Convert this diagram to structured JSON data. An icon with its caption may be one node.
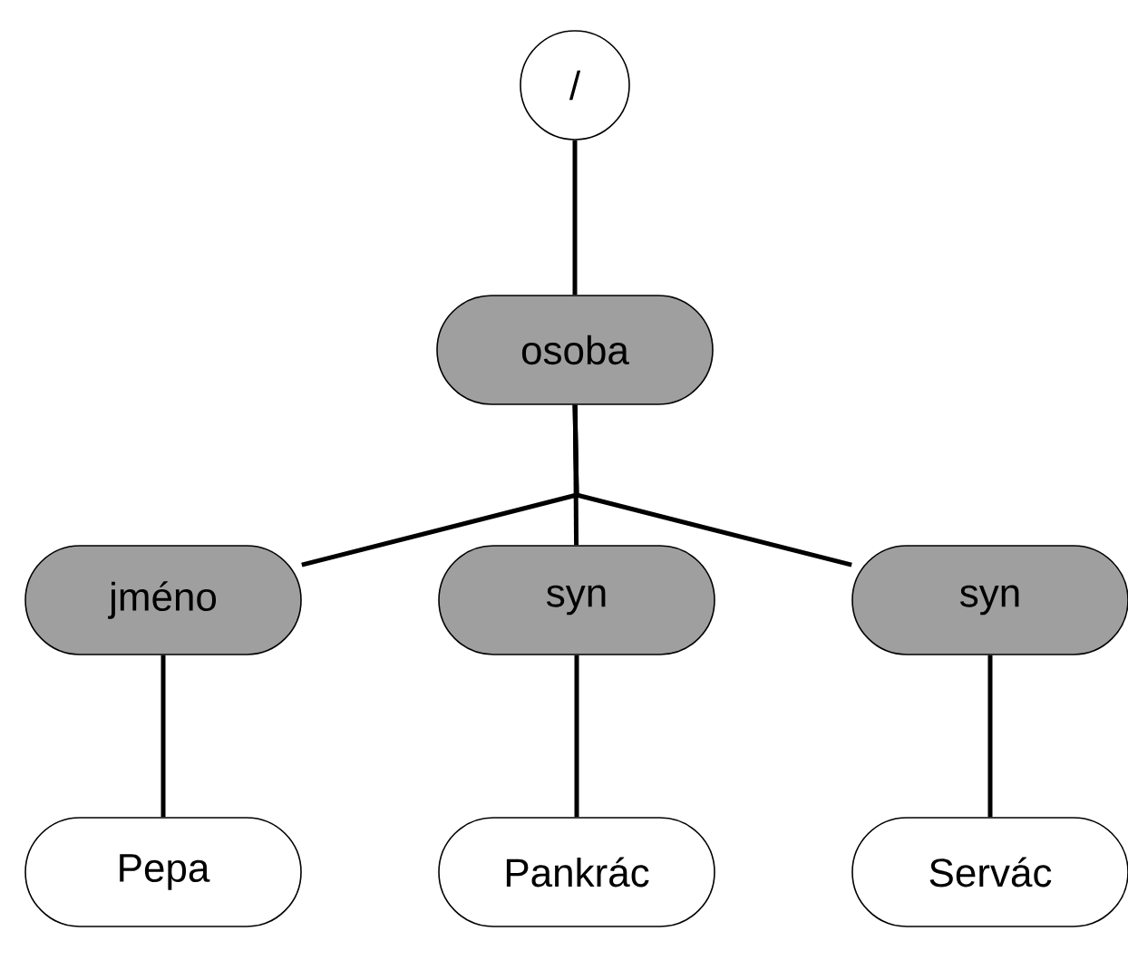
{
  "diagram": {
    "nodes": [
      {
        "text": [
          "/"
        ]
      },
      {
        "text": [
          "osoba"
        ]
      },
      {
        "text": [
          "jméno"
        ]
      },
      {
        "text": [
          "syn"
        ]
      },
      {
        "text": [
          "syn"
        ]
      },
      {
        "text": [
          "Pepa"
        ]
      },
      {
        "text": [
          "Pankrác"
        ]
      },
      {
        "text": [
          "Servác"
        ]
      }
    ],
    "edges": [
      {
        "from": 0,
        "to": 1,
        "arrow": "none"
      },
      {
        "from": 1,
        "to": 2,
        "arrow": "none"
      },
      {
        "from": 1,
        "to": 3,
        "arrow": "none"
      },
      {
        "from": 1,
        "to": 4,
        "arrow": "none"
      },
      {
        "from": 2,
        "to": 5,
        "arrow": "none"
      },
      {
        "from": 3,
        "to": 6,
        "arrow": "none"
      },
      {
        "from": 4,
        "to": 7,
        "arrow": "none"
      }
    ]
  }
}
